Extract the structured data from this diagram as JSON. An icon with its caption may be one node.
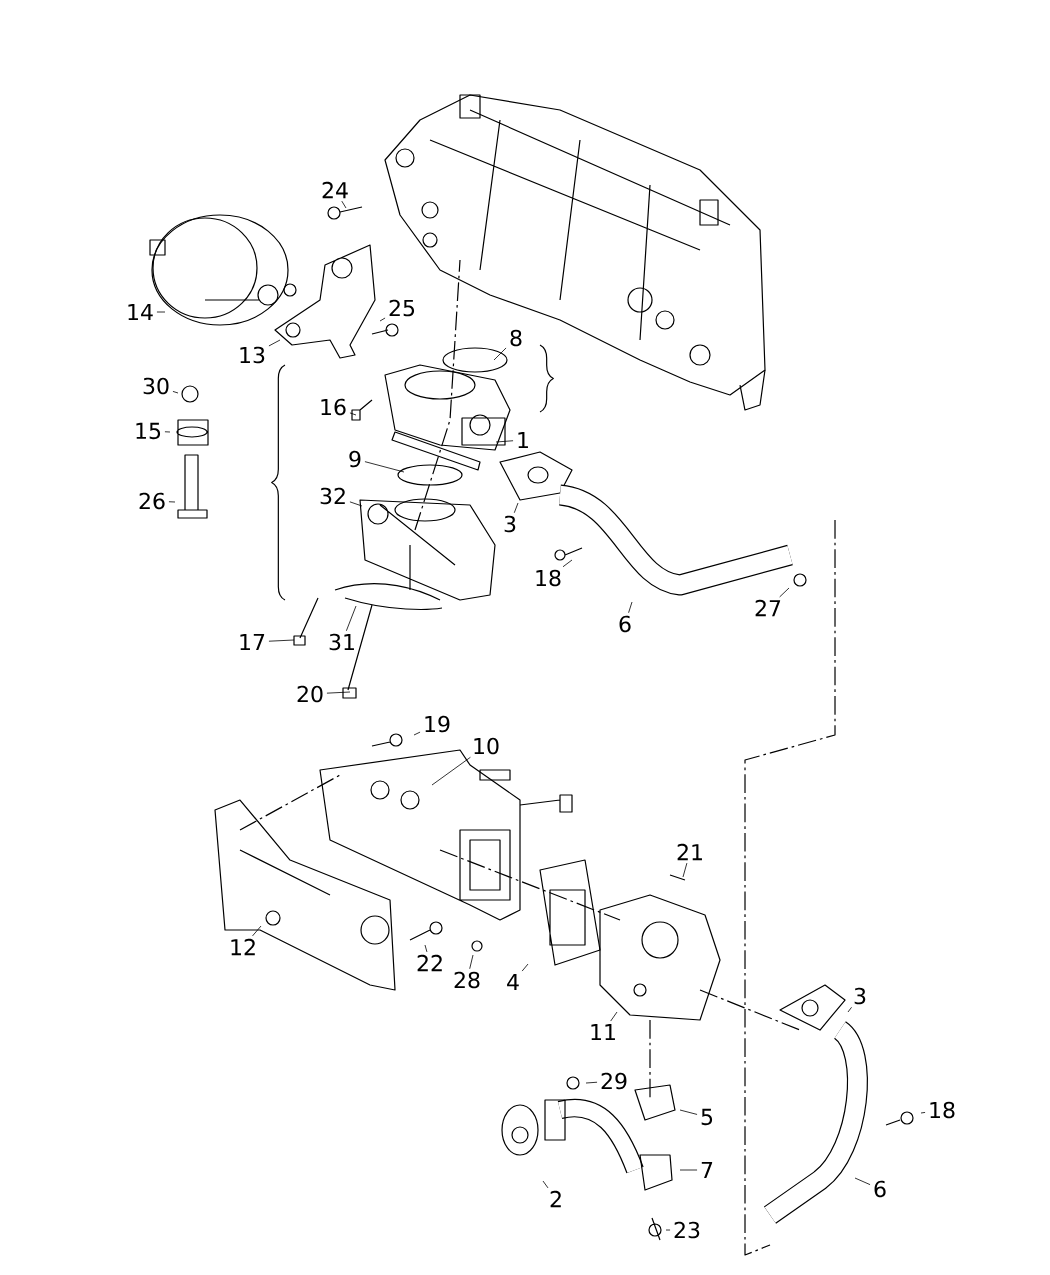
{
  "diagram": {
    "nodes": [
      {
        "text": [
          "24"
        ]
      },
      {
        "text": [
          "14"
        ]
      },
      {
        "text": [
          "25"
        ]
      },
      {
        "text": [
          "8"
        ]
      },
      {
        "text": [
          "13"
        ]
      },
      {
        "text": [
          "30"
        ]
      },
      {
        "text": [
          "16"
        ]
      },
      {
        "text": [
          "15"
        ]
      },
      {
        "text": [
          "1"
        ]
      },
      {
        "text": [
          "9"
        ]
      },
      {
        "text": [
          "32"
        ]
      },
      {
        "text": [
          "26"
        ]
      },
      {
        "text": [
          "3"
        ]
      },
      {
        "text": [
          "18"
        ]
      },
      {
        "text": [
          "27"
        ]
      },
      {
        "text": [
          "6"
        ]
      },
      {
        "text": [
          "17"
        ]
      },
      {
        "text": [
          "31"
        ]
      },
      {
        "text": [
          "20"
        ]
      },
      {
        "text": [
          "19"
        ]
      },
      {
        "text": [
          "10"
        ]
      },
      {
        "text": [
          "21"
        ]
      },
      {
        "text": [
          "12"
        ]
      },
      {
        "text": [
          "22"
        ]
      },
      {
        "text": [
          "28"
        ]
      },
      {
        "text": [
          "4"
        ]
      },
      {
        "text": [
          "3"
        ]
      },
      {
        "text": [
          "11"
        ]
      },
      {
        "text": [
          "29"
        ]
      },
      {
        "text": [
          "18"
        ]
      },
      {
        "text": [
          "5"
        ]
      },
      {
        "text": [
          "7"
        ]
      },
      {
        "text": [
          "6"
        ]
      },
      {
        "text": [
          "2"
        ]
      },
      {
        "text": [
          "23"
        ]
      }
    ],
    "edges": [
      {
        "from": 0,
        "to": null,
        "arrow": "none"
      },
      {
        "from": 1,
        "to": null,
        "arrow": "none"
      },
      {
        "from": 2,
        "to": null,
        "arrow": "none"
      },
      {
        "from": 3,
        "to": null,
        "arrow": "none"
      },
      {
        "from": 4,
        "to": null,
        "arrow": "none"
      },
      {
        "from": 5,
        "to": null,
        "arrow": "none"
      },
      {
        "from": 6,
        "to": null,
        "arrow": "none"
      },
      {
        "from": 7,
        "to": null,
        "arrow": "none"
      },
      {
        "from": 8,
        "to": null,
        "arrow": "none"
      },
      {
        "from": 9,
        "to": null,
        "arrow": "none"
      },
      {
        "from": 10,
        "to": null,
        "arrow": "none"
      },
      {
        "from": 11,
        "to": null,
        "arrow": "none"
      },
      {
        "from": 12,
        "to": null,
        "arrow": "none"
      },
      {
        "from": 13,
        "to": null,
        "arrow": "none"
      },
      {
        "from": 14,
        "to": null,
        "arrow": "none"
      },
      {
        "from": 15,
        "to": null,
        "arrow": "none"
      },
      {
        "from": 16,
        "to": null,
        "arrow": "none"
      },
      {
        "from": 17,
        "to": null,
        "arrow": "none"
      },
      {
        "from": 18,
        "to": null,
        "arrow": "none"
      },
      {
        "from": 19,
        "to": null,
        "arrow": "none"
      },
      {
        "from": 20,
        "to": null,
        "arrow": "none"
      },
      {
        "from": 21,
        "to": null,
        "arrow": "none"
      },
      {
        "from": 22,
        "to": null,
        "arrow": "none"
      },
      {
        "from": 23,
        "to": null,
        "arrow": "none"
      },
      {
        "from": 24,
        "to": null,
        "arrow": "none"
      },
      {
        "from": 25,
        "to": null,
        "arrow": "none"
      },
      {
        "from": 26,
        "to": null,
        "arrow": "none"
      },
      {
        "from": 27,
        "to": null,
        "arrow": "none"
      },
      {
        "from": 28,
        "to": null,
        "arrow": "none"
      },
      {
        "from": 29,
        "to": null,
        "arrow": "none"
      },
      {
        "from": 30,
        "to": null,
        "arrow": "none"
      },
      {
        "from": 31,
        "to": null,
        "arrow": "none"
      },
      {
        "from": 32,
        "to": null,
        "arrow": "none"
      },
      {
        "from": 33,
        "to": null,
        "arrow": "none"
      },
      {
        "from": 34,
        "to": null,
        "arrow": "none"
      }
    ]
  }
}
